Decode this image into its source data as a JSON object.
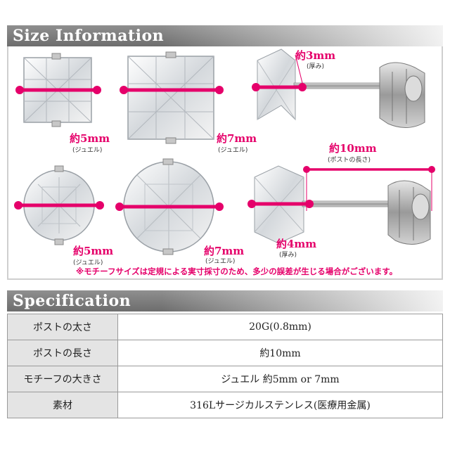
{
  "size_header": "Size Information",
  "spec_header": "Specification",
  "labels": {
    "sq5": {
      "main": "約5mm",
      "sub": "(ジュエル)"
    },
    "sq7": {
      "main": "約7mm",
      "sub": "(ジュエル)"
    },
    "thick3": {
      "main": "約3mm",
      "sub": "(厚み)"
    },
    "rd5": {
      "main": "約5mm",
      "sub": "(ジュエル)"
    },
    "rd7": {
      "main": "約7mm",
      "sub": "(ジュエル)"
    },
    "post10": {
      "main": "約10mm",
      "sub": "(ポストの長さ)"
    },
    "thick4": {
      "main": "約4mm",
      "sub": "(厚み)"
    }
  },
  "note": "※モチーフサイズは定規による実寸採寸のため、多少の誤差が生じる場合がございます。",
  "spec_rows": [
    {
      "key": "ポストの太さ",
      "value": "20G(0.8mm)"
    },
    {
      "key": "ポストの長さ",
      "value": "約10mm"
    },
    {
      "key": "モチーフの大きさ",
      "value": "ジュエル 約5mm or 7mm"
    },
    {
      "key": "素材",
      "value": "316Lサージカルステンレス(医療用金属)"
    }
  ],
  "colors": {
    "accent": "#e5006a",
    "header": "#7a7a7a"
  }
}
